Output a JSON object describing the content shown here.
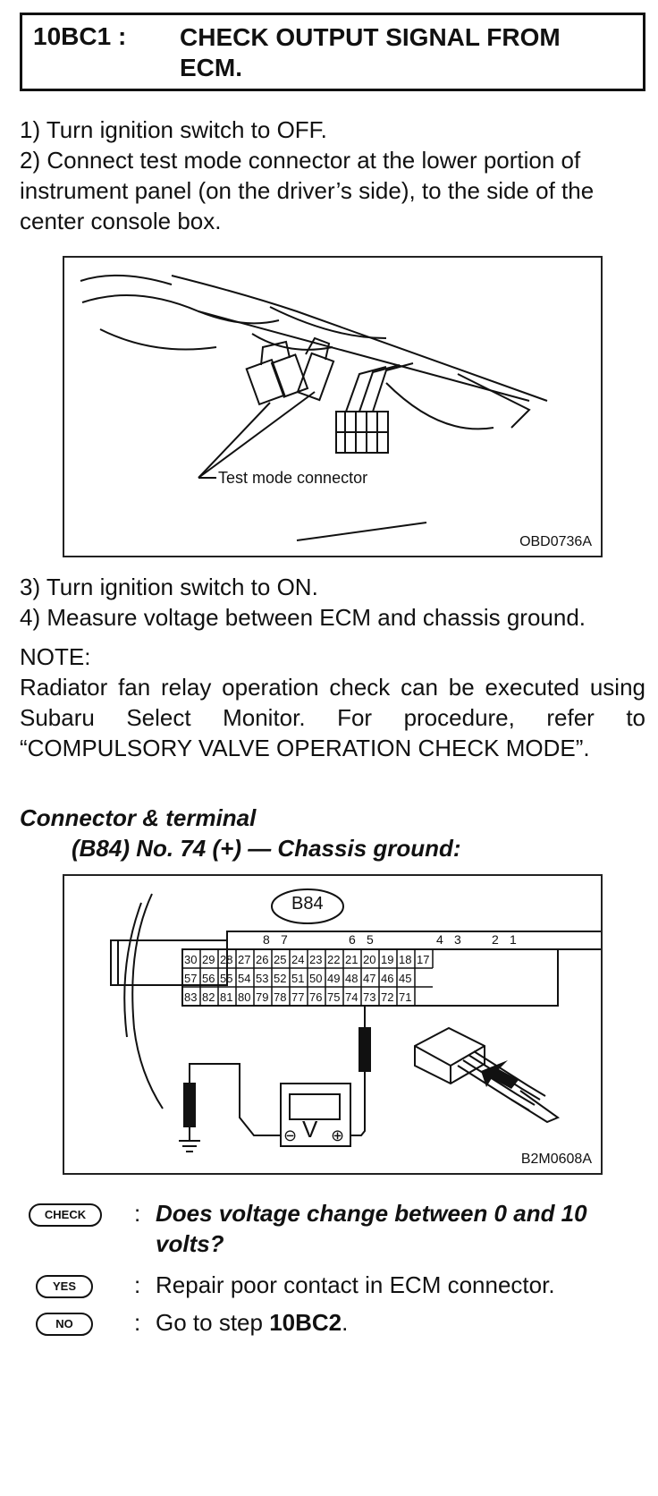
{
  "header": {
    "code": "10BC1 :",
    "title": "CHECK OUTPUT SIGNAL FROM ECM."
  },
  "steps_a": [
    "1) Turn ignition switch to OFF.",
    "2) Connect test mode connector at the lower portion of instrument panel (on the driver’s side), to the side of the center console box."
  ],
  "figure1": {
    "label": "Test mode connector",
    "code": "OBD0736A"
  },
  "steps_b": [
    "3) Turn ignition switch to ON.",
    "4) Measure voltage between ECM and chassis ground."
  ],
  "note": {
    "heading": "NOTE:",
    "text": "Radiator fan relay operation check can be executed using Subaru Select Monitor. For procedure, refer to “COMPULSORY VALVE OPERATION CHECK MODE”."
  },
  "connector": {
    "heading": "Connector & terminal",
    "spec": "(B84) No. 74 (+) — Chassis ground:"
  },
  "figure2": {
    "connector_id": "B84",
    "code": "B2M0608A",
    "top_row": [
      "8",
      "7",
      "6",
      "5",
      "4",
      "3",
      "2",
      "1"
    ],
    "row1": [
      "30",
      "29",
      "28",
      "27",
      "26",
      "25",
      "24",
      "23",
      "22",
      "21",
      "20",
      "19",
      "18",
      "17"
    ],
    "row2": [
      "57",
      "56",
      "55",
      "54",
      "53",
      "52",
      "51",
      "50",
      "49",
      "48",
      "47",
      "46",
      "45"
    ],
    "row3": [
      "83",
      "82",
      "81",
      "80",
      "79",
      "78",
      "77",
      "76",
      "75",
      "74",
      "73",
      "72",
      "71"
    ],
    "meter_symbol": "V"
  },
  "qa": {
    "check_badge": "CHECK",
    "check_text": "Does voltage change between 0 and 10 volts?",
    "yes_badge": "YES",
    "yes_text": "Repair poor contact in ECM connector.",
    "no_badge": "NO",
    "no_prefix": "Go to step ",
    "no_step": "10BC2",
    "no_suffix": "."
  }
}
